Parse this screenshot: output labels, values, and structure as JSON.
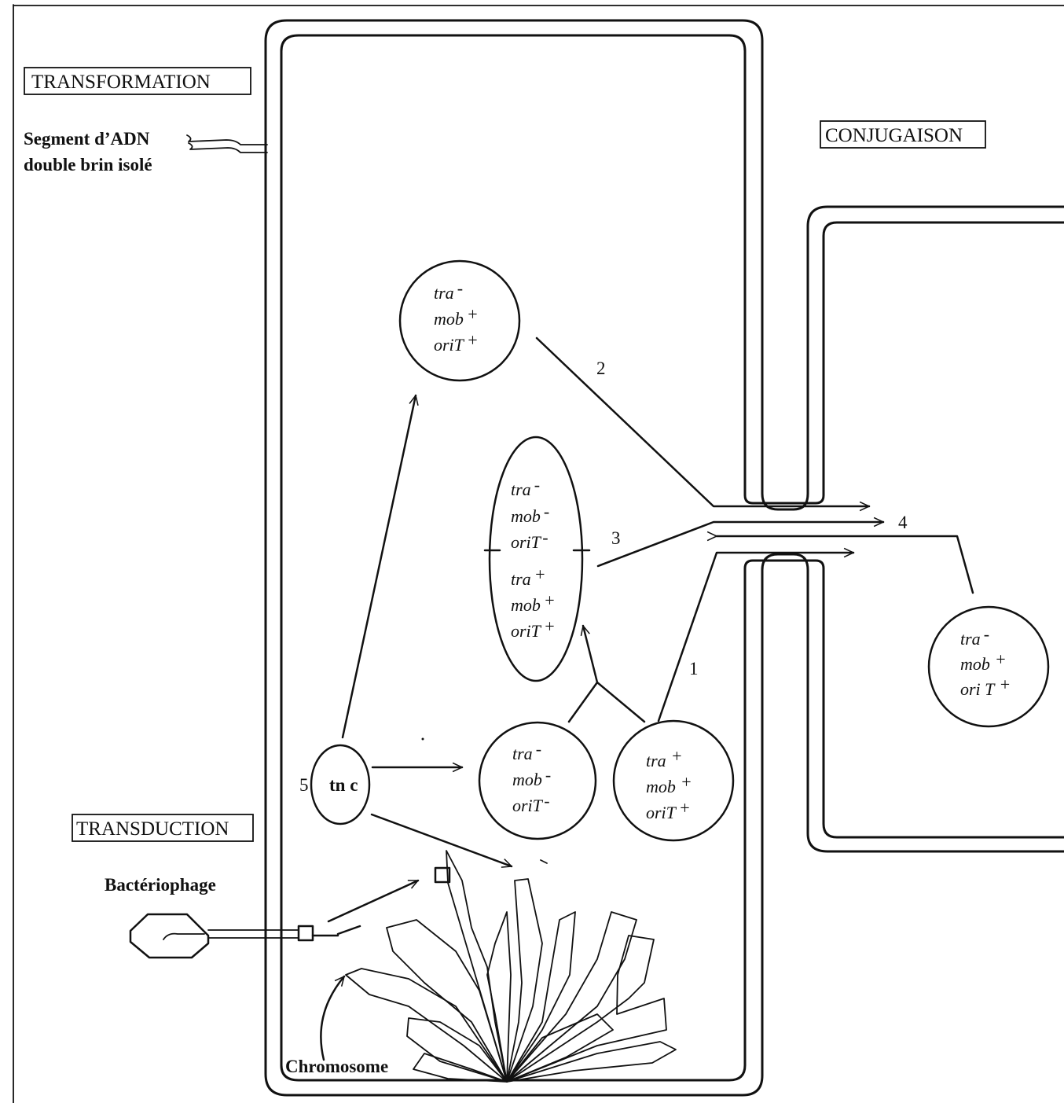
{
  "labels": {
    "transformation": "TRANSFORMATION",
    "conjugaison": "CONJUGAISON",
    "transduction": "TRANSDUCTION",
    "segment_line1": "Segment d’ADN",
    "segment_line2": "double brin isolé",
    "bacteriophage": "Bactériophage",
    "chromosome": "Chromosome",
    "tnc": "tn c"
  },
  "numbers": {
    "n1": "1",
    "n2": "2",
    "n3": "3",
    "n4": "4",
    "n5": "5"
  },
  "plasmids": {
    "top": {
      "gene1": "tra",
      "sup1": "-",
      "gene2": "mob",
      "sup2": "+",
      "gene3": "oriT",
      "sup3": "+"
    },
    "cointegrate_upper": {
      "gene1": "tra",
      "sup1": "-",
      "gene2": "mob",
      "sup2": "-",
      "gene3": "oriT",
      "sup3": "-"
    },
    "cointegrate_lower": {
      "gene1": "tra",
      "sup1": "+",
      "gene2": "mob",
      "sup2": "+",
      "gene3": "oriT",
      "sup3": "+"
    },
    "mid": {
      "gene1": "tra",
      "sup1": "-",
      "gene2": "mob",
      "sup2": "-",
      "gene3": "oriT",
      "sup3": "-"
    },
    "right": {
      "gene1": "tra",
      "sup1": "+",
      "gene2": "mob",
      "sup2": "+",
      "gene3": "oriT",
      "sup3": "+"
    },
    "recipient": {
      "gene1": "tra",
      "sup1": "-",
      "gene2": "mob",
      "sup2": "+",
      "gene3": "ori T",
      "sup3": "+"
    }
  }
}
